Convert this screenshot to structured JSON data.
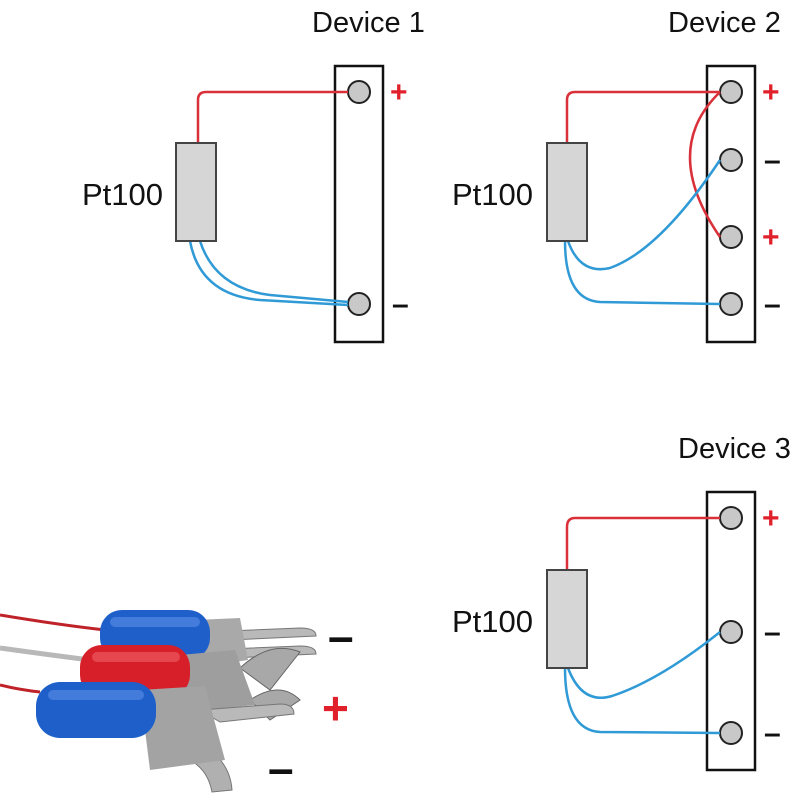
{
  "colors": {
    "red_wire": "#d9303a",
    "blue_wire": "#2f9ad6",
    "sensor_fill": "#d6d6d6",
    "terminal_fill": "#c8c8c8",
    "plus_sign": "#e0202a",
    "minus_sign": "#111111"
  },
  "device1": {
    "title": "Device 1",
    "sensor_label": "Pt100",
    "terminals": [
      "+",
      "–"
    ]
  },
  "device2": {
    "title": "Device 2",
    "sensor_label": "Pt100",
    "terminals": [
      "+",
      "–",
      "+",
      "–"
    ]
  },
  "device3": {
    "title": "Device 3",
    "sensor_label": "Pt100",
    "terminals": [
      "+",
      "–",
      "–"
    ]
  },
  "photo": {
    "signs": [
      "–",
      "+",
      "–"
    ],
    "connector_colors": [
      "blue",
      "red",
      "blue"
    ]
  }
}
